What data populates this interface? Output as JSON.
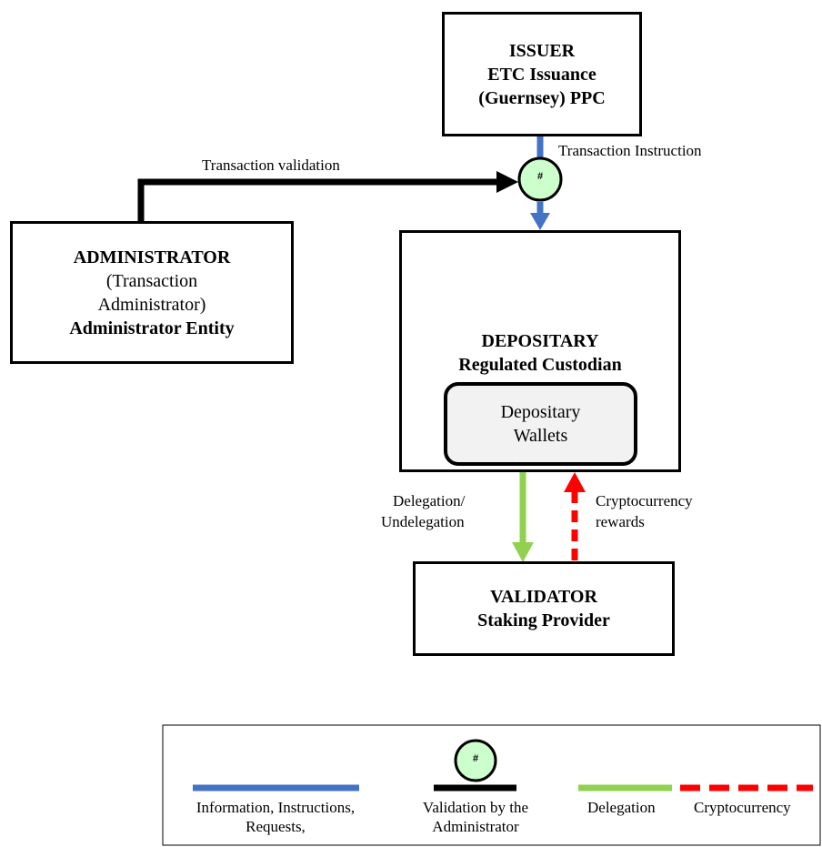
{
  "issuer": {
    "role": "ISSUER",
    "line1": "ETC Issuance",
    "line2": "(Guernsey) PPC"
  },
  "administrator": {
    "role": "ADMINISTRATOR",
    "sub1": "(Transaction",
    "sub2": "Administrator)",
    "entity": "Administrator Entity"
  },
  "depositary": {
    "role": "DEPOSITARY",
    "entity": "Regulated Custodian",
    "wallets_line1": "Depositary",
    "wallets_line2": "Wallets"
  },
  "validator": {
    "role": "VALIDATOR",
    "entity": "Staking Provider"
  },
  "edges": {
    "transaction_validation": "Transaction validation",
    "transaction_instruction": "Transaction Instruction",
    "delegation_line1": "Delegation/",
    "delegation_line2": "Undelegation",
    "rewards_line1": "Cryptocurrency",
    "rewards_line2": "rewards"
  },
  "validation_symbol": "#",
  "legend": {
    "info_line1": "Information, Instructions,",
    "info_line2": "Requests,",
    "validation_line1": "Validation by the",
    "validation_line2": "Administrator",
    "delegation": "Delegation",
    "cryptocurrency": "Cryptocurrency"
  },
  "colors": {
    "info": "#4472C4",
    "validation": "#000000",
    "delegation": "#92D050",
    "cryptocurrency": "#FF0000",
    "node_fill": "#CCFFCC",
    "wallet_fill": "#F2F2F2"
  }
}
